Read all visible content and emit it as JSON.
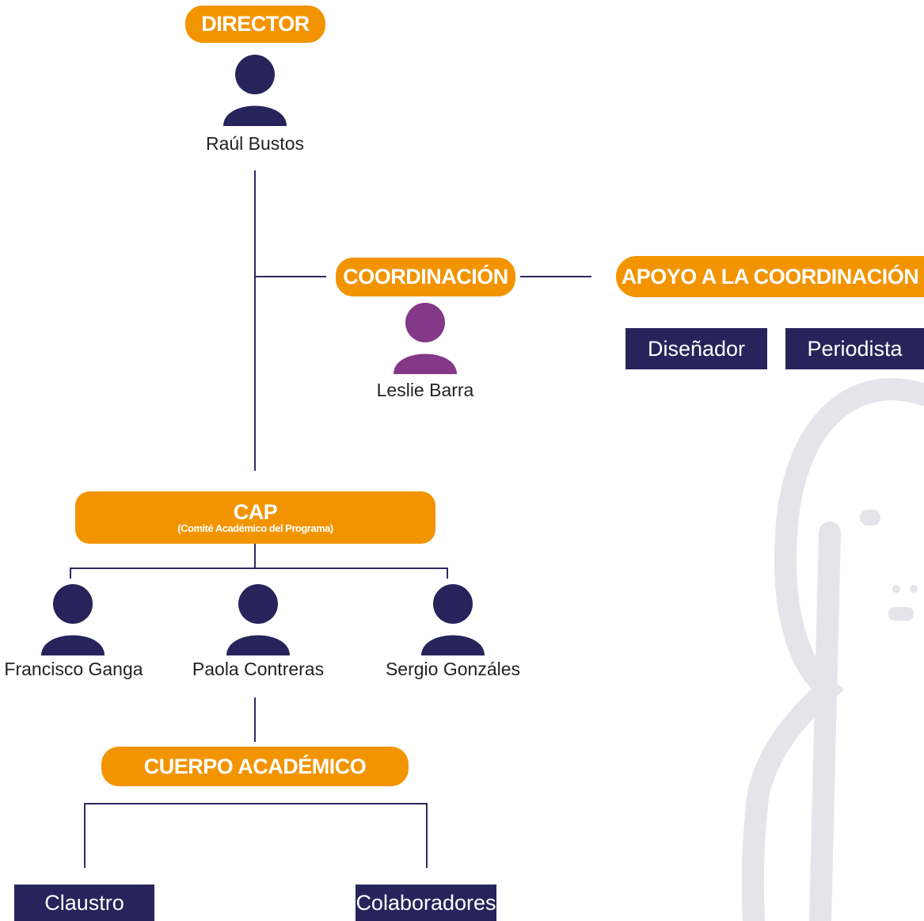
{
  "colors": {
    "accent": "#f29400",
    "dark": "#27245c",
    "coordinator": "#833888",
    "decoration": "#e4e4ea"
  },
  "director": {
    "title": "DIRECTOR",
    "name": "Raúl Bustos"
  },
  "coordination": {
    "title": "COORDINACIÓN",
    "name": "Leslie Barra"
  },
  "support": {
    "title": "APOYO A LA COORDINACIÓN",
    "roles": [
      "Diseñador",
      "Periodista"
    ]
  },
  "cap": {
    "title": "CAP",
    "subtitle": "(Comité Académico del Programa)",
    "members": [
      "Francisco Ganga",
      "Paola Contreras",
      "Sergio Gonzáles"
    ]
  },
  "academic_body": {
    "title": "CUERPO ACADÉMICO",
    "groups": [
      "Claustro",
      "Colaboradores"
    ]
  },
  "icons": {
    "person": "person-icon",
    "decoration": "character-illustration"
  }
}
